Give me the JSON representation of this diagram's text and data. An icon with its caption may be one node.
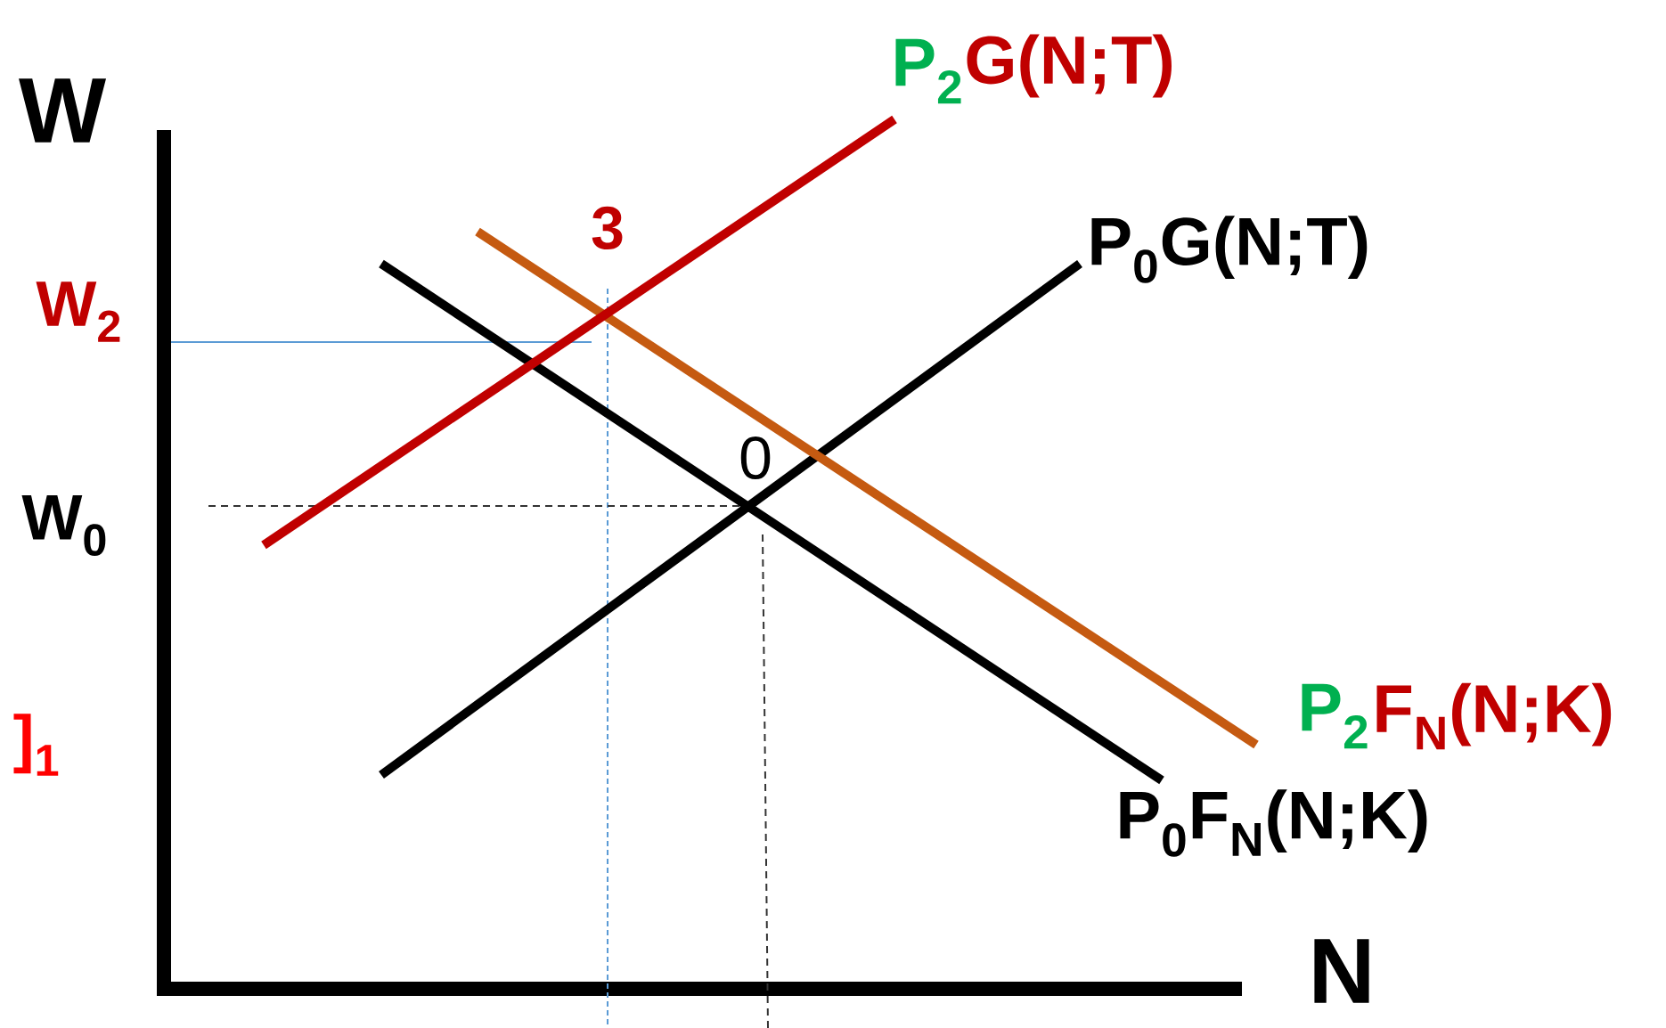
{
  "diagram": {
    "labels": [
      "W",
      "W$_{2}$",
      "W$_{0}$",
      "]$_{1}$",
      "3",
      "0",
      "P$_{2}$",
      "G(N;T)",
      "P$_{0}$G(N;T)",
      "P$_{2}$",
      "F$_{N}$(N;K)",
      "P$_{0}$F$_{N}$(N;K)",
      "N"
    ]
  }
}
